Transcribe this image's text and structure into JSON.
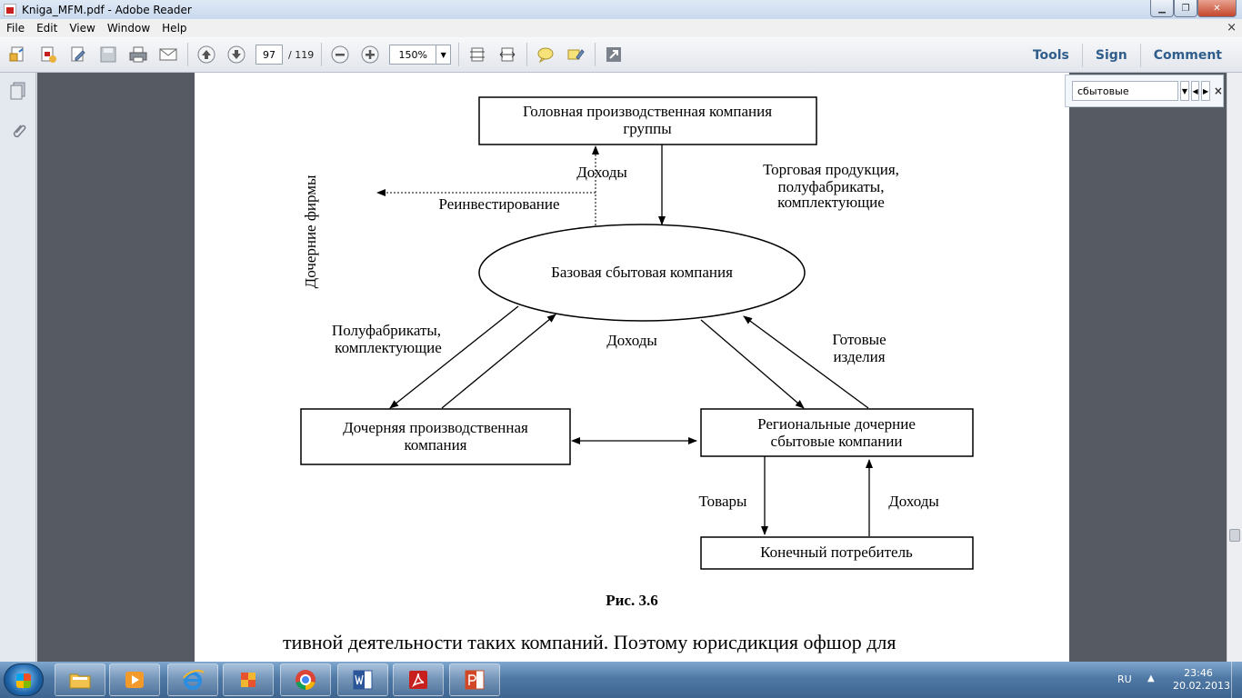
{
  "window": {
    "title": "Kniga_MFM.pdf - Adobe Reader"
  },
  "menu": {
    "items": [
      "File",
      "Edit",
      "View",
      "Window",
      "Help"
    ],
    "close_glyph": "×"
  },
  "toolbar": {
    "page_current": "97",
    "page_total": "/ 119",
    "zoom": "150%",
    "tools_label": "Tools",
    "sign_label": "Sign",
    "comment_label": "Comment"
  },
  "find": {
    "query": "сбытовые"
  },
  "diagram": {
    "head_company_line1": "Головная производственная компания",
    "head_company_line2": "группы",
    "income_top": "Доходы",
    "reinvest": "Реинвестирование",
    "subsidiaries_vertical": "Дочерние фирмы",
    "trade_line1": "Торговая продукция,",
    "trade_line2": "полуфабрикаты,",
    "trade_line3": "комплектующие",
    "base_sales": "Базовая сбытовая компания",
    "semi_line1": "Полуфабрикаты,",
    "semi_line2": "комплектующие",
    "income_mid": "Доходы",
    "finished_line1": "Готовые",
    "finished_line2": "изделия",
    "sub_prod_line1": "Дочерняя производственная",
    "sub_prod_line2": "компания",
    "regional_line1": "Региональные дочерние",
    "regional_line2": "сбытовые компании",
    "goods": "Товары",
    "income_bottom": "Доходы",
    "consumer": "Конечный потребитель",
    "caption": "Рис. 3.6"
  },
  "body_text": "тивной деятельности таких компаний. Поэтому юрисдикция офшор для",
  "tray": {
    "lang": "RU",
    "time": "23:46",
    "date": "20.02.2013"
  }
}
